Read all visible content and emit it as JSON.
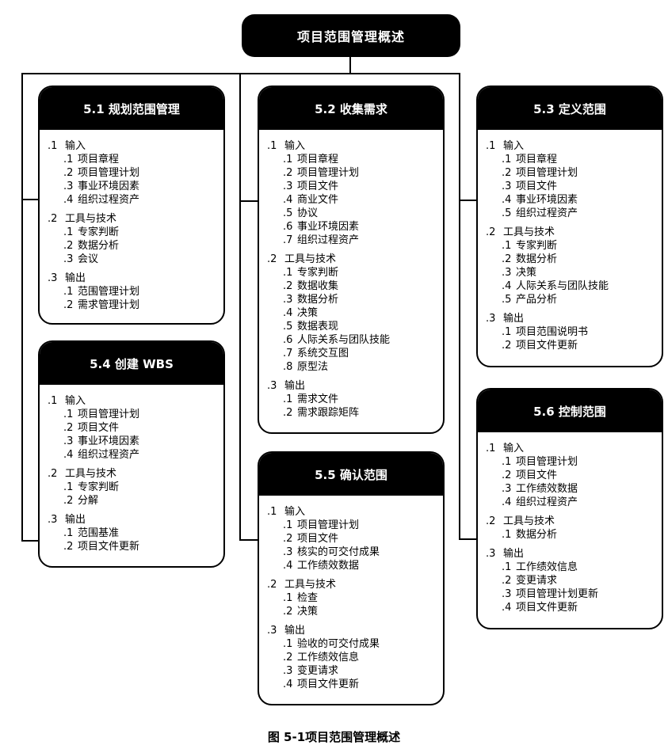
{
  "root": {
    "title": "项目范围管理概述"
  },
  "caption": "图 5-1项目范围管理概述",
  "colors": {
    "header_bg": "#000000",
    "header_text": "#ffffff",
    "body_bg": "#ffffff",
    "line": "#000000"
  },
  "processes": [
    {
      "id": "5.1",
      "title": "5.1 规划范围管理",
      "groups": [
        {
          "num": ".1",
          "label": "输入",
          "items": [
            {
              "num": ".1",
              "label": "项目章程"
            },
            {
              "num": ".2",
              "label": "项目管理计划"
            },
            {
              "num": ".3",
              "label": "事业环境因素"
            },
            {
              "num": ".4",
              "label": "组织过程资产"
            }
          ]
        },
        {
          "num": ".2",
          "label": "工具与技术",
          "items": [
            {
              "num": ".1",
              "label": "专家判断"
            },
            {
              "num": ".2",
              "label": "数据分析"
            },
            {
              "num": ".3",
              "label": "会议"
            }
          ]
        },
        {
          "num": ".3",
          "label": "输出",
          "items": [
            {
              "num": ".1",
              "label": "范围管理计划"
            },
            {
              "num": ".2",
              "label": "需求管理计划"
            }
          ]
        }
      ]
    },
    {
      "id": "5.2",
      "title": "5.2 收集需求",
      "groups": [
        {
          "num": ".1",
          "label": "输入",
          "items": [
            {
              "num": ".1",
              "label": "项目章程"
            },
            {
              "num": ".2",
              "label": "项目管理计划"
            },
            {
              "num": ".3",
              "label": "项目文件"
            },
            {
              "num": ".4",
              "label": "商业文件"
            },
            {
              "num": ".5",
              "label": "协议"
            },
            {
              "num": ".6",
              "label": "事业环境因素"
            },
            {
              "num": ".7",
              "label": "组织过程资产"
            }
          ]
        },
        {
          "num": ".2",
          "label": "工具与技术",
          "items": [
            {
              "num": ".1",
              "label": "专家判断"
            },
            {
              "num": ".2",
              "label": "数据收集"
            },
            {
              "num": ".3",
              "label": "数据分析"
            },
            {
              "num": ".4",
              "label": "决策"
            },
            {
              "num": ".5",
              "label": "数据表现"
            },
            {
              "num": ".6",
              "label": "人际关系与团队技能"
            },
            {
              "num": ".7",
              "label": "系统交互图"
            },
            {
              "num": ".8",
              "label": "原型法"
            }
          ]
        },
        {
          "num": ".3",
          "label": "输出",
          "items": [
            {
              "num": ".1",
              "label": "需求文件"
            },
            {
              "num": ".2",
              "label": "需求跟踪矩阵"
            }
          ]
        }
      ]
    },
    {
      "id": "5.3",
      "title": "5.3 定义范围",
      "groups": [
        {
          "num": ".1",
          "label": "输入",
          "items": [
            {
              "num": ".1",
              "label": "项目章程"
            },
            {
              "num": ".2",
              "label": "项目管理计划"
            },
            {
              "num": ".3",
              "label": "项目文件"
            },
            {
              "num": ".4",
              "label": "事业环境因素"
            },
            {
              "num": ".5",
              "label": "组织过程资产"
            }
          ]
        },
        {
          "num": ".2",
          "label": "工具与技术",
          "items": [
            {
              "num": ".1",
              "label": "专家判断"
            },
            {
              "num": ".2",
              "label": "数据分析"
            },
            {
              "num": ".3",
              "label": "决策"
            },
            {
              "num": ".4",
              "label": "人际关系与团队技能"
            },
            {
              "num": ".5",
              "label": "产品分析"
            }
          ]
        },
        {
          "num": ".3",
          "label": "输出",
          "items": [
            {
              "num": ".1",
              "label": "项目范围说明书"
            },
            {
              "num": ".2",
              "label": "项目文件更新"
            }
          ]
        }
      ]
    },
    {
      "id": "5.4",
      "title": "5.4 创建 WBS",
      "groups": [
        {
          "num": ".1",
          "label": "输入",
          "items": [
            {
              "num": ".1",
              "label": "项目管理计划"
            },
            {
              "num": ".2",
              "label": "项目文件"
            },
            {
              "num": ".3",
              "label": "事业环境因素"
            },
            {
              "num": ".4",
              "label": "组织过程资产"
            }
          ]
        },
        {
          "num": ".2",
          "label": "工具与技术",
          "items": [
            {
              "num": ".1",
              "label": "专家判断"
            },
            {
              "num": ".2",
              "label": "分解"
            }
          ]
        },
        {
          "num": ".3",
          "label": "输出",
          "items": [
            {
              "num": ".1",
              "label": "范围基准"
            },
            {
              "num": ".2",
              "label": "项目文件更新"
            }
          ]
        }
      ]
    },
    {
      "id": "5.5",
      "title": "5.5 确认范围",
      "groups": [
        {
          "num": ".1",
          "label": "输入",
          "items": [
            {
              "num": ".1",
              "label": "项目管理计划"
            },
            {
              "num": ".2",
              "label": "项目文件"
            },
            {
              "num": ".3",
              "label": "核实的可交付成果"
            },
            {
              "num": ".4",
              "label": "工作绩效数据"
            }
          ]
        },
        {
          "num": ".2",
          "label": "工具与技术",
          "items": [
            {
              "num": ".1",
              "label": "检查"
            },
            {
              "num": ".2",
              "label": "决策"
            }
          ]
        },
        {
          "num": ".3",
          "label": "输出",
          "items": [
            {
              "num": ".1",
              "label": "验收的可交付成果"
            },
            {
              "num": ".2",
              "label": "工作绩效信息"
            },
            {
              "num": ".3",
              "label": "变更请求"
            },
            {
              "num": ".4",
              "label": "项目文件更新"
            }
          ]
        }
      ]
    },
    {
      "id": "5.6",
      "title": "5.6 控制范围",
      "groups": [
        {
          "num": ".1",
          "label": "输入",
          "items": [
            {
              "num": ".1",
              "label": "项目管理计划"
            },
            {
              "num": ".2",
              "label": "项目文件"
            },
            {
              "num": ".3",
              "label": "工作绩效数据"
            },
            {
              "num": ".4",
              "label": "组织过程资产"
            }
          ]
        },
        {
          "num": ".2",
          "label": "工具与技术",
          "items": [
            {
              "num": ".1",
              "label": "数据分析"
            }
          ]
        },
        {
          "num": ".3",
          "label": "输出",
          "items": [
            {
              "num": ".1",
              "label": "工作绩效信息"
            },
            {
              "num": ".2",
              "label": "变更请求"
            },
            {
              "num": ".3",
              "label": "项目管理计划更新"
            },
            {
              "num": ".4",
              "label": "项目文件更新"
            }
          ]
        }
      ]
    }
  ]
}
